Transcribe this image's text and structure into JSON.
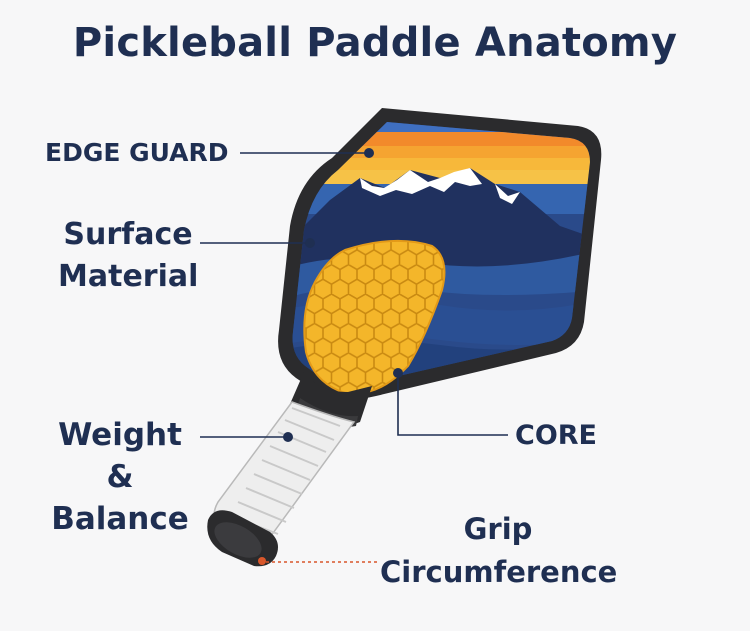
{
  "title": "Pickleball Paddle Anatomy",
  "labels": {
    "edge_guard": "EDGE GUARD",
    "surface_line1": "Surface",
    "surface_line2": "Material",
    "core": "CORE",
    "weight_line1": "Weight",
    "weight_line2": "& Balance",
    "grip_line1": "Grip",
    "grip_line2": "Circumference"
  },
  "colors": {
    "text": "#1f2f52",
    "edge": "#2b2b2d",
    "sky_top": "#3f6fc0",
    "sky_orange": "#f2a22b",
    "mountain": "#20315f",
    "snow": "#ffffff",
    "core_fill": "#f4b62a",
    "grip": "#eeeeee",
    "grip_dot_line": "#d9572b"
  }
}
